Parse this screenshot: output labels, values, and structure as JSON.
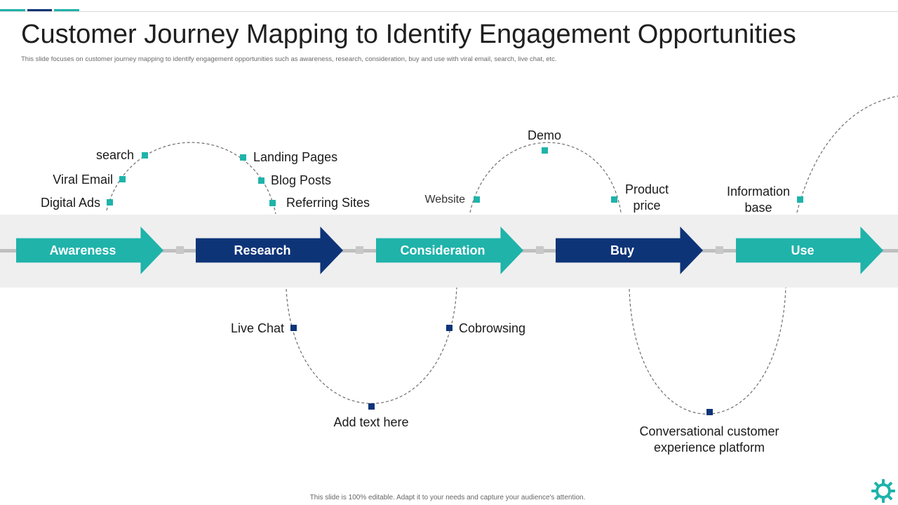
{
  "header": {
    "title": "Customer Journey Mapping to Identify Engagement Opportunities",
    "subtitle": "This slide focuses on customer journey mapping to identify engagement opportunities such as awareness, research, consideration, buy and use with viral email, search, live chat, etc."
  },
  "colors": {
    "teal": "#1fb3aa",
    "navy": "#0e3478",
    "band": "#efefef",
    "line": "#bfbfbf"
  },
  "stages": [
    {
      "label": "Awareness",
      "color": "teal"
    },
    {
      "label": "Research",
      "color": "navy"
    },
    {
      "label": "Consideration",
      "color": "teal"
    },
    {
      "label": "Buy",
      "color": "navy"
    },
    {
      "label": "Use",
      "color": "teal"
    }
  ],
  "touchpoints": {
    "search": "search",
    "viral_email": "Viral Email",
    "digital_ads": "Digital Ads",
    "landing_pages": "Landing Pages",
    "blog_posts": "Blog Posts",
    "referring_sites": "Referring Sites",
    "live_chat": "Live Chat",
    "add_text_here": "Add text here",
    "cobrowsing": "Cobrowsing",
    "website": "Website",
    "demo": "Demo",
    "product_price_line1": "Product",
    "product_price_line2": "price",
    "info_base_line1": "Information",
    "info_base_line2": "base",
    "conv_line1": "Conversational customer",
    "conv_line2": "experience platform"
  },
  "footer": {
    "text": "This slide is 100% editable. Adapt it to your needs and capture your audience's attention."
  },
  "icons": {
    "logo": "gear-icon"
  }
}
